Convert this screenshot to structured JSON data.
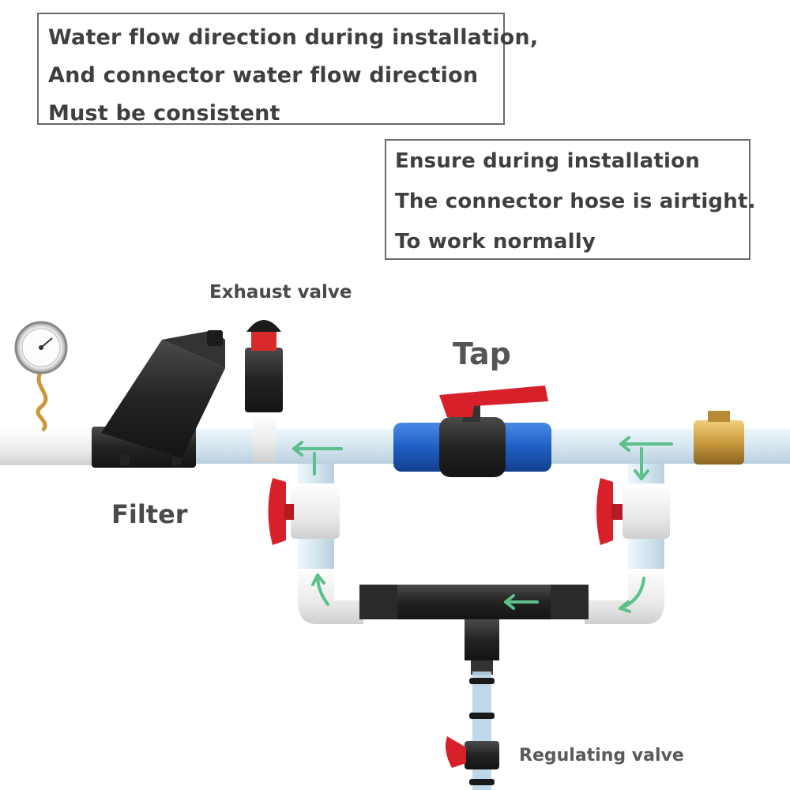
{
  "notes": [
    {
      "lines": [
        "Water flow direction during installation,",
        "And connector water flow direction",
        "Must be consistent"
      ]
    },
    {
      "lines": [
        "Ensure during installation",
        "The connector hose is airtight.",
        "To work normally"
      ]
    }
  ],
  "labels": {
    "exhaust_valve": "Exhaust valve",
    "tap": "Tap",
    "filter": "Filter",
    "regulating_valve": "Regulating valve"
  },
  "colors": {
    "pipe": "#dbe9f2",
    "pipe_edge": "#b9cfdc",
    "fitting_white": "#f2f2f2",
    "fitting_black": "#2a2a2a",
    "tap_blue": "#1f63c9",
    "valve_red": "#d8202a",
    "brass": "#c99a3e",
    "flow_arrow": "#5cc08a"
  }
}
